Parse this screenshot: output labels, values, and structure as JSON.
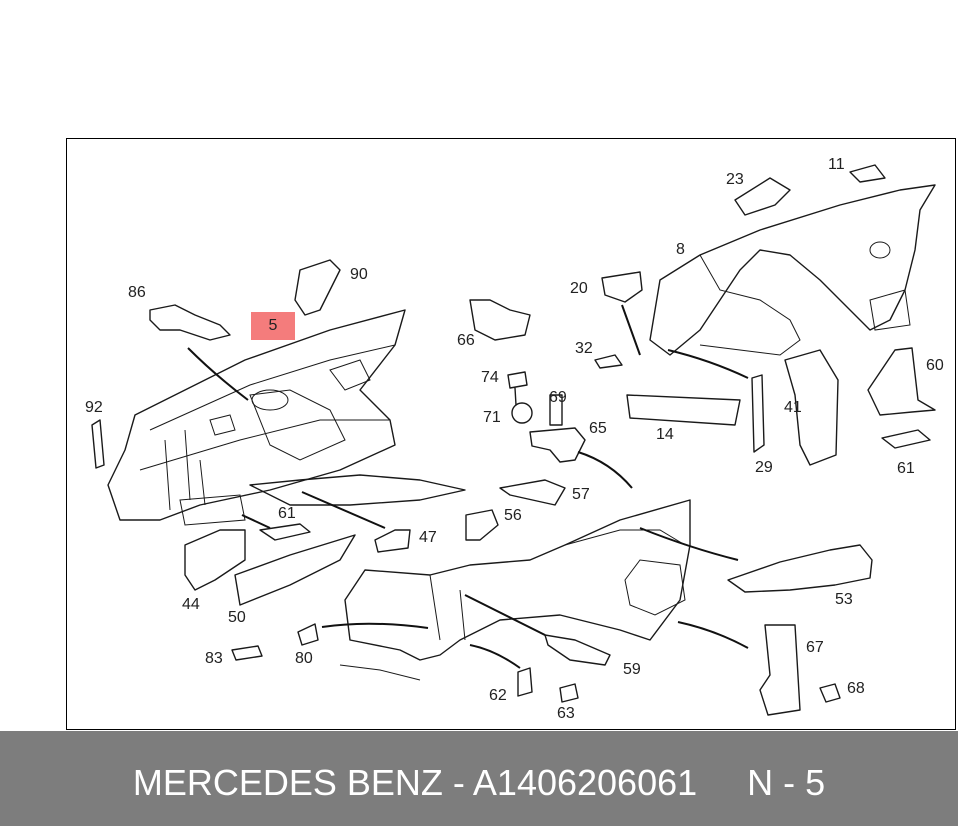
{
  "diagram": {
    "highlighted_part": "5",
    "callouts": [
      "11",
      "23",
      "8",
      "90",
      "86",
      "5",
      "20",
      "66",
      "32",
      "60",
      "74",
      "69",
      "92",
      "71",
      "65",
      "41",
      "14",
      "29",
      "61",
      "57",
      "56",
      "47",
      "61",
      "53",
      "44",
      "50",
      "67",
      "83",
      "80",
      "59",
      "68",
      "62",
      "63"
    ]
  },
  "footer": {
    "brand": "MERCEDES BENZ",
    "separator": "-",
    "part_number": "A1406206061",
    "page": "N - 5"
  }
}
